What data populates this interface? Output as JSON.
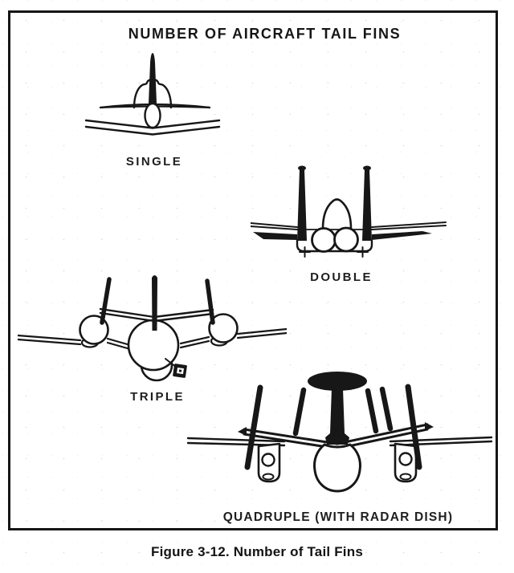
{
  "page": {
    "background": "#ffffff",
    "ink_color": "#171717"
  },
  "figure": {
    "title": "NUMBER OF AIRCRAFT TAIL FINS",
    "caption": "Figure 3-12. Number of Tail Fins",
    "items": [
      {
        "label": "SINGLE",
        "icon": "single-tail-fin-aircraft-icon"
      },
      {
        "label": "DOUBLE",
        "icon": "double-tail-fin-aircraft-icon"
      },
      {
        "label": "TRIPLE",
        "icon": "triple-tail-fin-aircraft-icon"
      },
      {
        "label": "QUADRUPLE (WITH RADAR DISH)",
        "icon": "quadruple-tail-fin-aircraft-radar-dish-icon"
      }
    ]
  }
}
